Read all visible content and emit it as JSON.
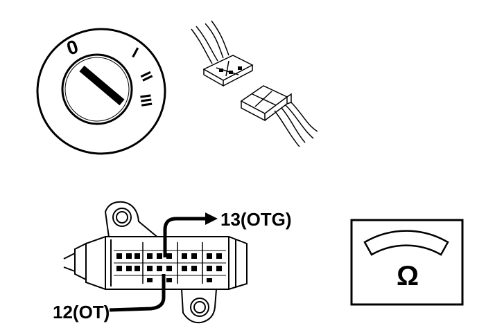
{
  "ignition_switch": {
    "positions": [
      "0",
      "I",
      "II",
      "III"
    ]
  },
  "harness_connector": {},
  "switch_connector": {
    "terminal_upper": "13(OTG)",
    "terminal_lower": "12(OT)"
  },
  "ohmmeter": {
    "symbol": "Ω"
  },
  "colors": {
    "ink": "#000000",
    "paper": "#ffffff"
  },
  "icons": [
    "ignition-key-switch-icon",
    "wire-connector-icon",
    "ohmmeter-icon"
  ]
}
